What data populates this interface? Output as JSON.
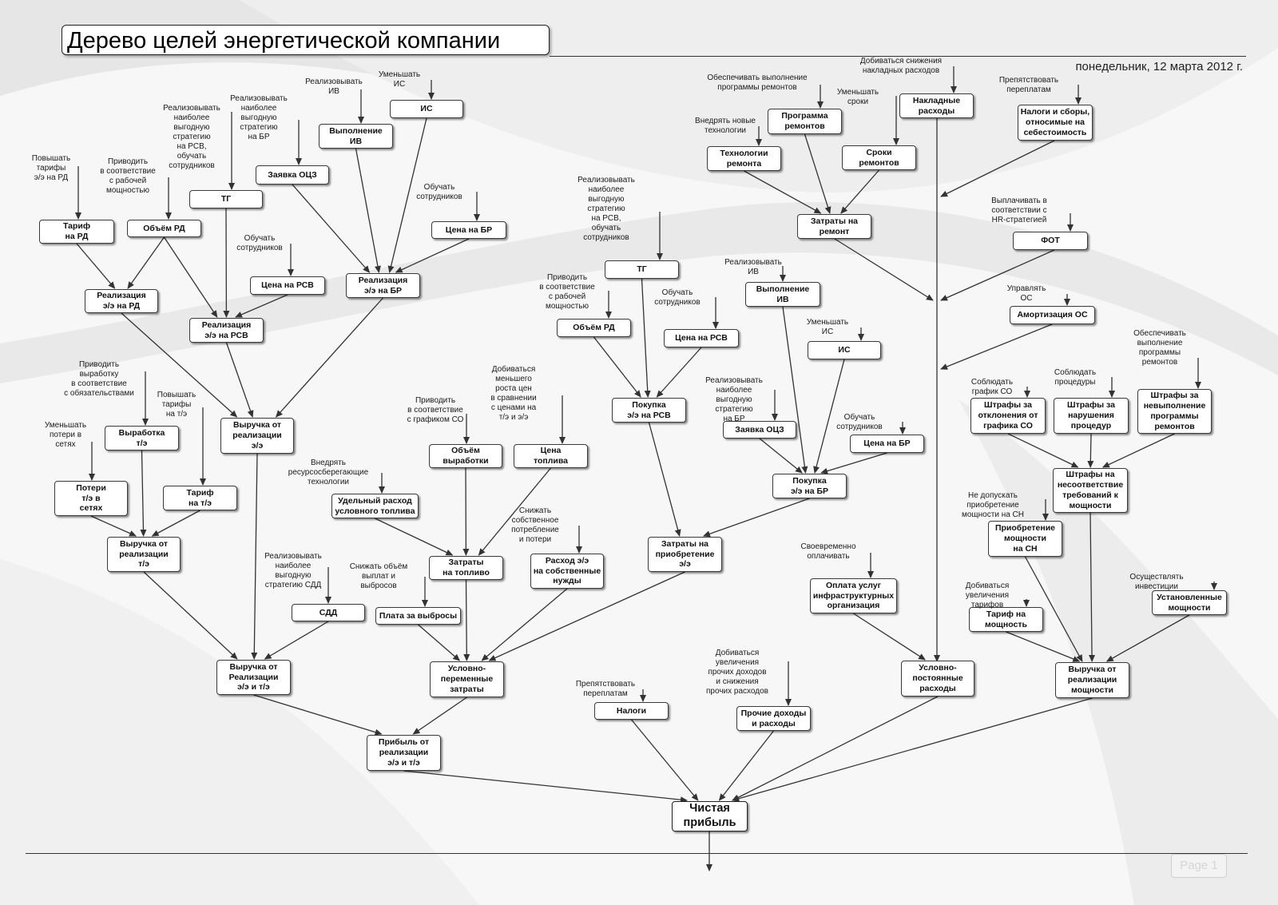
{
  "page": {
    "title": "Дерево целей энергетической компании",
    "date": "понедельник, 12 марта 2012 г.",
    "page_label": "Page 1"
  },
  "nodes": [
    {
      "id": "tarif_rd",
      "label": "Тариф\nна РД"
    },
    {
      "id": "obem_rd_l",
      "label": "Объём РД"
    },
    {
      "id": "tg_l",
      "label": "ТГ"
    },
    {
      "id": "zayavka_ocz_l",
      "label": "Заявка ОЦЗ"
    },
    {
      "id": "vypolnenie_iv_l",
      "label": "Выполнение\nИВ"
    },
    {
      "id": "is_l",
      "label": "ИС"
    },
    {
      "id": "cena_br_l",
      "label": "Цена на БР"
    },
    {
      "id": "cena_rsv_l",
      "label": "Цена на РСВ"
    },
    {
      "id": "real_rd",
      "label": "Реализация\nэ/э на РД"
    },
    {
      "id": "real_rsv",
      "label": "Реализация\nэ/э на РСВ"
    },
    {
      "id": "real_br",
      "label": "Реализация\nэ/э на БР"
    },
    {
      "id": "vyruchka_ee",
      "label": "Выручка от\nреализации\nэ/э"
    },
    {
      "id": "vyrabotka_te",
      "label": "Выработка\nт/э"
    },
    {
      "id": "poteri_te",
      "label": "Потери\nт/э в\nсетях"
    },
    {
      "id": "tarif_te",
      "label": "Тариф\nна т/э"
    },
    {
      "id": "vyruchka_te",
      "label": "Выручка от\nреализации\nт/э"
    },
    {
      "id": "sdd",
      "label": "СДД"
    },
    {
      "id": "vyruchka_ee_te",
      "label": "Выручка от\nРеализации\nэ/э и т/э"
    },
    {
      "id": "obem_vyrabotki",
      "label": "Объём\nвыработки"
    },
    {
      "id": "cena_topliva",
      "label": "Цена\nтоплива"
    },
    {
      "id": "udelny_rashod",
      "label": "Удельный расход\nусловного топлива"
    },
    {
      "id": "zatraty_toplivo",
      "label": "Затраты\nна топливо"
    },
    {
      "id": "rashod_ee_sn",
      "label": "Расход э/э\nна собственные\nнужды"
    },
    {
      "id": "plata_vybrosy",
      "label": "Плата за выбросы"
    },
    {
      "id": "uslovno_perem",
      "label": "Условно-\nпеременные\nзатраты"
    },
    {
      "id": "pribyl_ee_te",
      "label": "Прибыль от\nреализации\nэ/э и т/э"
    },
    {
      "id": "chistaya_pribyl",
      "label": "Чистая\nприбыль"
    },
    {
      "id": "tg_m",
      "label": "ТГ"
    },
    {
      "id": "obem_rd_m",
      "label": "Объём РД"
    },
    {
      "id": "cena_rsv_m",
      "label": "Цена на РСВ"
    },
    {
      "id": "pokupka_rsv",
      "label": "Покупка\nэ/э на РСВ"
    },
    {
      "id": "zatraty_pokupka",
      "label": "Затраты на\nприобретение\nэ/э"
    },
    {
      "id": "vypolnenie_iv_m",
      "label": "Выполнение\nИВ"
    },
    {
      "id": "is_m",
      "label": "ИС"
    },
    {
      "id": "zayavka_ocz_m",
      "label": "Заявка ОЦЗ"
    },
    {
      "id": "cena_br_m",
      "label": "Цена на БР"
    },
    {
      "id": "pokupka_br",
      "label": "Покупка\nэ/э на БР"
    },
    {
      "id": "nalogi",
      "label": "Налоги"
    },
    {
      "id": "prochie",
      "label": "Прочие доходы\nи расходы"
    },
    {
      "id": "tehnologii",
      "label": "Технологии\nремонта"
    },
    {
      "id": "programma",
      "label": "Программа\nремонтов"
    },
    {
      "id": "sroki",
      "label": "Сроки\nремонтов"
    },
    {
      "id": "zatraty_remont",
      "label": "Затраты на\nремонт"
    },
    {
      "id": "nakladnye",
      "label": "Накладные\nрасходы"
    },
    {
      "id": "nalogi_sbory",
      "label": "Налоги и сборы,\nотносимые на\nсебестоимость"
    },
    {
      "id": "fot",
      "label": "ФОТ"
    },
    {
      "id": "amortizaciya",
      "label": "Амортизация ОС"
    },
    {
      "id": "oplata_uslug",
      "label": "Оплата услуг\nинфраструктурных\nорганизация"
    },
    {
      "id": "uslovno_post",
      "label": "Условно-\nпостоянные\nрасходы"
    },
    {
      "id": "shtrafy_so",
      "label": "Штрафы за\nотклонения от\nграфика СО"
    },
    {
      "id": "shtrafy_procedur",
      "label": "Штрафы за\nнарушения\nпроцедур"
    },
    {
      "id": "shtrafy_prog",
      "label": "Штрафы за\nневыполнение\nпрограммы\nремонтов"
    },
    {
      "id": "shtrafy_nesoot",
      "label": "Штрафы на\nнесоответствие\nтребований к\nмощности"
    },
    {
      "id": "priobr_moshnosti",
      "label": "Приобретение\nмощности\nна СН"
    },
    {
      "id": "tarif_moshnost",
      "label": "Тариф на\nмощность"
    },
    {
      "id": "ustanovlennye",
      "label": "Установленные\nмощности"
    },
    {
      "id": "vyruchka_moshnosti",
      "label": "Выручка от\nреализации\nмощности"
    }
  ],
  "goals": [
    {
      "id": "g_tarif_rd",
      "label": "Повышать\nтарифы\nэ/э на РД",
      "target": "tarif_rd"
    },
    {
      "id": "g_obem_rd_l",
      "label": "Приводить\nв соответствие\nс рабочей\nмощностью",
      "target": "obem_rd_l"
    },
    {
      "id": "g_tg_l",
      "label": "Реализовывать\nнаиболее\nвыгодную\nстратегию\nна РСВ,\nобучать\nсотрудников",
      "target": "tg_l"
    },
    {
      "id": "g_zayavka_l",
      "label": "Реализовывать\nнаиболее\nвыгодную\nстратегию\nна БР",
      "target": "zayavka_ocz_l"
    },
    {
      "id": "g_iv_l",
      "label": "Реализовывать\nИВ",
      "target": "vypolnenie_iv_l"
    },
    {
      "id": "g_is_l",
      "label": "Уменьшать\nИС",
      "target": "is_l"
    },
    {
      "id": "g_cena_br_l",
      "label": "Обучать\nсотрудников",
      "target": "cena_br_l"
    },
    {
      "id": "g_cena_rsv_l",
      "label": "Обучать\nсотрудников",
      "target": "cena_rsv_l"
    },
    {
      "id": "g_vyrabotka",
      "label": "Приводить\nвыработку\nв соответствие\nс обязательствами",
      "target": "vyrabotka_te"
    },
    {
      "id": "g_tarif_te",
      "label": "Повышать\nтарифы\nна т/э",
      "target": "tarif_te"
    },
    {
      "id": "g_poteri",
      "label": "Уменьшать\nпотери в\nсетях",
      "target": "poteri_te"
    },
    {
      "id": "g_sdd",
      "label": "Реализовывать\nнаиболее\nвыгодную\nстратегию СДД",
      "target": "sdd"
    },
    {
      "id": "g_obem_vyr",
      "label": "Приводить\nв соответствие\nс графиком СО",
      "target": "obem_vyrabotki"
    },
    {
      "id": "g_cena_topl",
      "label": "Добиваться\nменьшего\nроста цен\nв сравнении\nс ценами на\nт/э и э/э",
      "target": "cena_topliva"
    },
    {
      "id": "g_udelny",
      "label": "Внедрять\nресурсосберегающие\nтехнологии",
      "target": "udelny_rashod"
    },
    {
      "id": "g_rashod_sn",
      "label": "Снижать\nсобственное\nпотребление\nи потери",
      "target": "rashod_ee_sn"
    },
    {
      "id": "g_vybrosy",
      "label": "Снижать объём\nвыплат и\nвыбросов",
      "target": "plata_vybrosy"
    },
    {
      "id": "g_tg_m",
      "label": "Реализовывать\nнаиболее\nвыгодную\nстратегию\nна РСВ,\nобучать\nсотрудников",
      "target": "tg_m"
    },
    {
      "id": "g_obem_rd_m",
      "label": "Приводить\nв соответствие\nс рабочей\nмощностью",
      "target": "obem_rd_m"
    },
    {
      "id": "g_cena_rsv_m",
      "label": "Обучать\nсотрудников",
      "target": "cena_rsv_m"
    },
    {
      "id": "g_iv_m",
      "label": "Реализовывать\nИВ",
      "target": "vypolnenie_iv_m"
    },
    {
      "id": "g_is_m",
      "label": "Уменьшать\nИС",
      "target": "is_m"
    },
    {
      "id": "g_zayavka_m",
      "label": "Реализовывать\nнаиболее\nвыгодную\nстратегию\nна БР",
      "target": "zayavka_ocz_m"
    },
    {
      "id": "g_cena_br_m",
      "label": "Обучать\nсотрудников",
      "target": "cena_br_m"
    },
    {
      "id": "g_nalogi",
      "label": "Препятствовать\nпереплатам",
      "target": "nalogi"
    },
    {
      "id": "g_prochie",
      "label": "Добиваться\nувеличения\nпрочих доходов\nи снижения\nпрочих расходов",
      "target": "prochie"
    },
    {
      "id": "g_tehnologii",
      "label": "Внедрять новые\nтехнологии",
      "target": "tehnologii"
    },
    {
      "id": "g_programma",
      "label": "Обеспечивать выполнение\nпрограммы ремонтов",
      "target": "programma"
    },
    {
      "id": "g_sroki",
      "label": "Уменьшать\nсроки",
      "target": "sroki"
    },
    {
      "id": "g_nakladnye",
      "label": "Добиваться снижения\nнакладных расходов",
      "target": "nakladnye"
    },
    {
      "id": "g_nalogi_sbory",
      "label": "Препятствовать\nпереплатам",
      "target": "nalogi_sbory"
    },
    {
      "id": "g_fot",
      "label": "Выплачивать в\nсоответствии с\nHR-стратегией",
      "target": "fot"
    },
    {
      "id": "g_amort",
      "label": "Управлять\nОС",
      "target": "amortizaciya"
    },
    {
      "id": "g_oplata",
      "label": "Своевременно\nоплачивать",
      "target": "oplata_uslug"
    },
    {
      "id": "g_shtr_so",
      "label": "Соблюдать\nграфик СО",
      "target": "shtrafy_so"
    },
    {
      "id": "g_shtr_proc",
      "label": "Соблюдать\nпроцедуры",
      "target": "shtrafy_procedur"
    },
    {
      "id": "g_shtr_prog",
      "label": "Обеспечивать\nвыполнение\nпрограммы\nремонтов",
      "target": "shtrafy_prog"
    },
    {
      "id": "g_priobr",
      "label": "Не допускать\nприобретение\nмощности на СН",
      "target": "priobr_moshnosti"
    },
    {
      "id": "g_tarif_m",
      "label": "Добиваться\nувеличения\nтарифов",
      "target": "tarif_moshnost"
    },
    {
      "id": "g_ustanov",
      "label": "Осуществлять\nинвестиции",
      "target": "ustanovlennye"
    }
  ],
  "edges": [
    [
      "tarif_rd",
      "real_rd"
    ],
    [
      "obem_rd_l",
      "real_rd"
    ],
    [
      "obem_rd_l",
      "real_rsv"
    ],
    [
      "tg_l",
      "real_rsv"
    ],
    [
      "cena_rsv_l",
      "real_rsv"
    ],
    [
      "zayavka_ocz_l",
      "real_br"
    ],
    [
      "vypolnenie_iv_l",
      "real_br"
    ],
    [
      "is_l",
      "real_br"
    ],
    [
      "cena_br_l",
      "real_br"
    ],
    [
      "real_rd",
      "vyruchka_ee"
    ],
    [
      "real_rsv",
      "vyruchka_ee"
    ],
    [
      "real_br",
      "vyruchka_ee"
    ],
    [
      "vyrabotka_te",
      "vyruchka_te"
    ],
    [
      "poteri_te",
      "vyruchka_te"
    ],
    [
      "tarif_te",
      "vyruchka_te"
    ],
    [
      "vyruchka_ee",
      "vyruchka_ee_te"
    ],
    [
      "vyruchka_te",
      "vyruchka_ee_te"
    ],
    [
      "sdd",
      "vyruchka_ee_te"
    ],
    [
      "obem_vyrabotki",
      "zatraty_toplivo"
    ],
    [
      "cena_topliva",
      "zatraty_toplivo"
    ],
    [
      "udelny_rashod",
      "zatraty_toplivo"
    ],
    [
      "zatraty_toplivo",
      "uslovno_perem"
    ],
    [
      "rashod_ee_sn",
      "uslovno_perem"
    ],
    [
      "plata_vybrosy",
      "uslovno_perem"
    ],
    [
      "zatraty_pokupka",
      "uslovno_perem"
    ],
    [
      "vyruchka_ee_te",
      "pribyl_ee_te"
    ],
    [
      "uslovno_perem",
      "pribyl_ee_te"
    ],
    [
      "pribyl_ee_te",
      "chistaya_pribyl"
    ],
    [
      "nalogi",
      "chistaya_pribyl"
    ],
    [
      "prochie",
      "chistaya_pribyl"
    ],
    [
      "uslovno_post",
      "chistaya_pribyl"
    ],
    [
      "vyruchka_moshnosti",
      "chistaya_pribyl"
    ],
    [
      "tg_m",
      "pokupka_rsv"
    ],
    [
      "obem_rd_m",
      "pokupka_rsv"
    ],
    [
      "cena_rsv_m",
      "pokupka_rsv"
    ],
    [
      "pokupka_rsv",
      "zatraty_pokupka"
    ],
    [
      "pokupka_br",
      "zatraty_pokupka"
    ],
    [
      "vypolnenie_iv_m",
      "pokupka_br"
    ],
    [
      "is_m",
      "pokupka_br"
    ],
    [
      "zayavka_ocz_m",
      "pokupka_br"
    ],
    [
      "cena_br_m",
      "pokupka_br"
    ],
    [
      "tehnologii",
      "zatraty_remont"
    ],
    [
      "programma",
      "zatraty_remont"
    ],
    [
      "sroki",
      "zatraty_remont"
    ],
    [
      "oplata_uslug",
      "uslovno_post"
    ],
    [
      "shtrafy_so",
      "shtrafy_nesoot"
    ],
    [
      "shtrafy_procedur",
      "shtrafy_nesoot"
    ],
    [
      "shtrafy_prog",
      "shtrafy_nesoot"
    ],
    [
      "shtrafy_nesoot",
      "vyruchka_moshnosti"
    ],
    [
      "priobr_moshnosti",
      "vyruchka_moshnosti"
    ],
    [
      "tarif_moshnost",
      "vyruchka_moshnosti"
    ],
    [
      "ustanovlennye",
      "vyruchka_moshnosti"
    ]
  ]
}
